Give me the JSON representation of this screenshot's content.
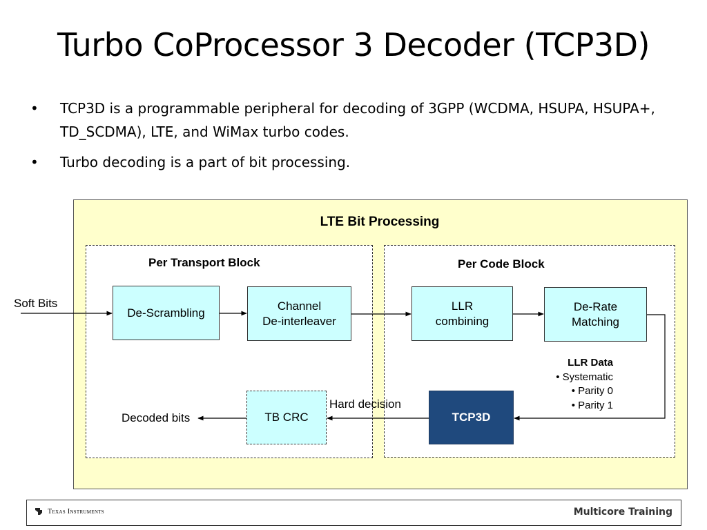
{
  "title": "Turbo CoProcessor 3 Decoder (TCP3D)",
  "bullets": [
    "TCP3D is a programmable peripheral for decoding of 3GPP (WCDMA, HSUPA, HSUPA+, TD_SCDMA), LTE, and WiMax turbo codes.",
    "Turbo decoding is a part of bit processing."
  ],
  "diagram": {
    "panel_title": "LTE Bit Processing",
    "group_transport": "Per Transport Block",
    "group_code": "Per Code Block",
    "boxes": {
      "descrambling": "De-Scrambling",
      "channel_deinterleaver": "Channel\nDe-interleaver",
      "llr_combining": "LLR\ncombining",
      "derate_matching": "De-Rate\nMatching",
      "tcp3d": "TCP3D",
      "tb_crc": "TB CRC"
    },
    "labels": {
      "soft_bits": "Soft Bits",
      "hard_decision": "Hard decision",
      "decoded_bits": "Decoded bits"
    },
    "llr_data": {
      "heading": "LLR Data",
      "items": [
        "• Systematic",
        "• Parity 0",
        "• Parity 1"
      ]
    }
  },
  "footer": {
    "logo_text": "Texas Instruments",
    "logo_icon": "ti-logo-icon",
    "right_text": "Multicore Training"
  },
  "colors": {
    "panel_bg": "#ffffcc",
    "box_bg": "#ccffff",
    "tcp3d_bg": "#1f497d"
  }
}
